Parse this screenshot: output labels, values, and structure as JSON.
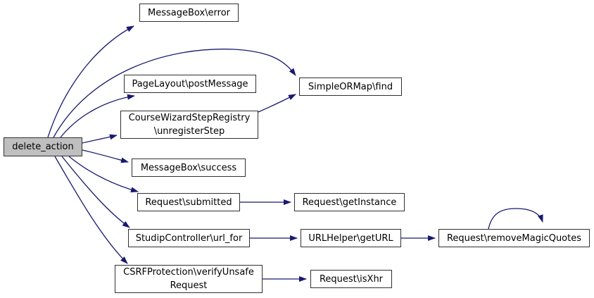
{
  "diagram": {
    "type": "doxygen-call-graph",
    "edge_color": "#191970",
    "node_border_color": "#303030",
    "node_fill": "#ffffff",
    "highlight_fill": "#bfbfbf",
    "nodes": [
      {
        "id": "delete_action",
        "label": "delete_action",
        "highlighted": true
      },
      {
        "id": "messagebox_error",
        "label": "MessageBox\\error",
        "highlighted": false
      },
      {
        "id": "pagelayout_postmessage",
        "label": "PageLayout\\postMessage",
        "highlighted": false
      },
      {
        "id": "simpleormap_find",
        "label": "SimpleORMap\\find",
        "highlighted": false
      },
      {
        "id": "coursewizardstepregistry_unregisterstep",
        "label": "CourseWizardStepRegistry\n\\unregisterStep",
        "highlighted": false
      },
      {
        "id": "messagebox_success",
        "label": "MessageBox\\success",
        "highlighted": false
      },
      {
        "id": "request_submitted",
        "label": "Request\\submitted",
        "highlighted": false
      },
      {
        "id": "request_getinstance",
        "label": "Request\\getInstance",
        "highlighted": false
      },
      {
        "id": "studipcontroller_url_for",
        "label": "StudipController\\url_for",
        "highlighted": false
      },
      {
        "id": "urlhelper_geturl",
        "label": "URLHelper\\getURL",
        "highlighted": false
      },
      {
        "id": "request_removemagicquotes",
        "label": "Request\\removeMagicQuotes",
        "highlighted": false
      },
      {
        "id": "csrfprotection_verifyunsaferequest",
        "label": "CSRFProtection\\verifyUnsafe\nRequest",
        "highlighted": false
      },
      {
        "id": "request_isxhr",
        "label": "Request\\isXhr",
        "highlighted": false
      }
    ],
    "edges": [
      {
        "from": "delete_action",
        "to": "MessageBox\\error"
      },
      {
        "from": "delete_action",
        "to": "SimpleORMap\\find"
      },
      {
        "from": "delete_action",
        "to": "PageLayout\\postMessage"
      },
      {
        "from": "delete_action",
        "to": "CourseWizardStepRegistry\\unregisterStep"
      },
      {
        "from": "delete_action",
        "to": "MessageBox\\success"
      },
      {
        "from": "delete_action",
        "to": "Request\\submitted"
      },
      {
        "from": "delete_action",
        "to": "StudipController\\url_for"
      },
      {
        "from": "delete_action",
        "to": "CSRFProtection\\verifyUnsafeRequest"
      },
      {
        "from": "CourseWizardStepRegistry\\unregisterStep",
        "to": "SimpleORMap\\find"
      },
      {
        "from": "Request\\submitted",
        "to": "Request\\getInstance"
      },
      {
        "from": "StudipController\\url_for",
        "to": "URLHelper\\getURL"
      },
      {
        "from": "URLHelper\\getURL",
        "to": "Request\\removeMagicQuotes"
      },
      {
        "from": "Request\\removeMagicQuotes",
        "to": "Request\\removeMagicQuotes"
      },
      {
        "from": "CSRFProtection\\verifyUnsafeRequest",
        "to": "Request\\isXhr"
      }
    ]
  }
}
